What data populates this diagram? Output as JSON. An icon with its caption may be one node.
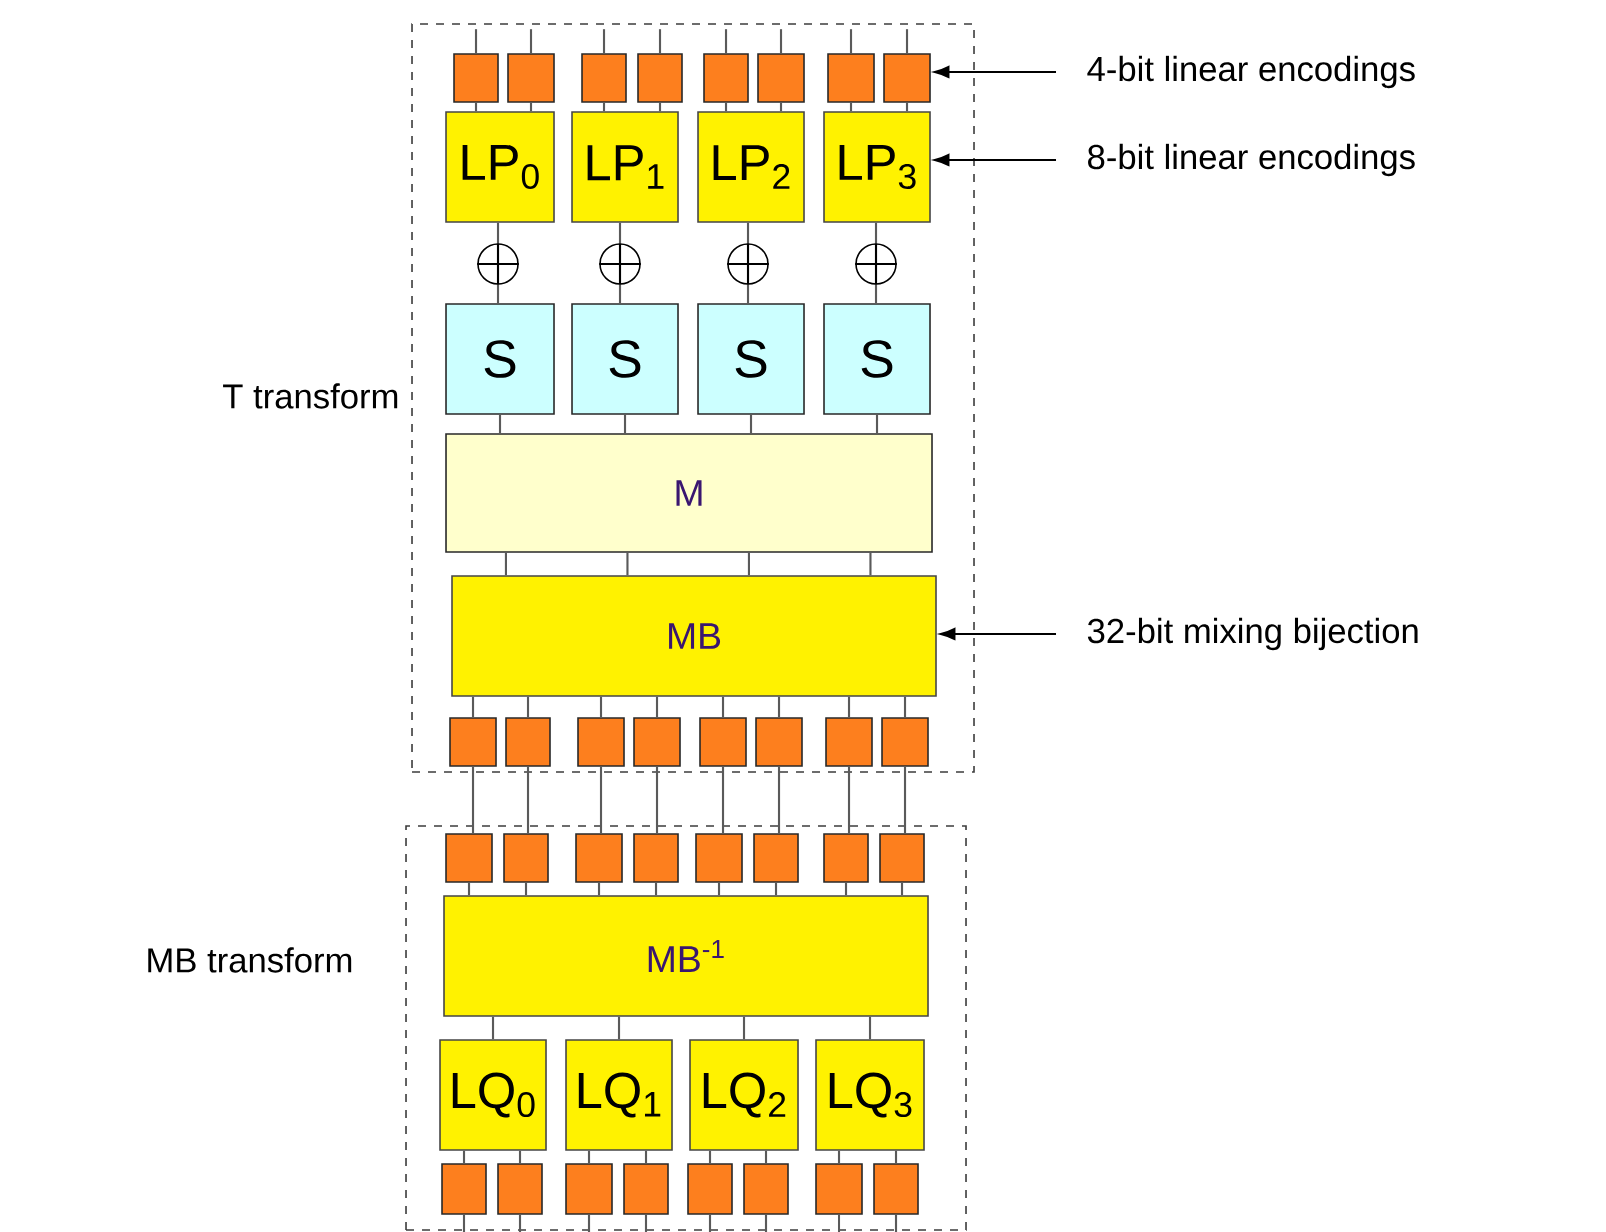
{
  "diagram": {
    "nodes": [
      {
        "text": [
          "T transform"
        ]
      },
      {
        "text": [],
        "shape": "box",
        "in": 0
      },
      {
        "text": [],
        "shape": "box",
        "in": 0
      },
      {
        "text": [],
        "shape": "box",
        "in": 0
      },
      {
        "text": [],
        "shape": "box",
        "in": 0
      },
      {
        "text": [],
        "shape": "box",
        "in": 0
      },
      {
        "text": [],
        "shape": "box",
        "in": 0
      },
      {
        "text": [],
        "shape": "box",
        "in": 0
      },
      {
        "text": [],
        "shape": "box",
        "in": 0
      },
      {
        "text": [
          "LP$_{0}$"
        ],
        "in": 0
      },
      {
        "text": [
          "LP$_{1}$"
        ],
        "in": 0
      },
      {
        "text": [
          "LP$_{2}$"
        ],
        "in": 0
      },
      {
        "text": [
          "LP$_{3}$"
        ],
        "in": 0
      },
      {
        "text": [],
        "shape": "circle",
        "in": 0
      },
      {
        "text": [],
        "shape": "circle",
        "in": 0
      },
      {
        "text": [],
        "shape": "circle",
        "in": 0
      },
      {
        "text": [],
        "shape": "circle",
        "in": 0
      },
      {
        "text": [
          "S"
        ],
        "in": 0
      },
      {
        "text": [
          "S"
        ],
        "in": 0
      },
      {
        "text": [
          "S"
        ],
        "in": 0
      },
      {
        "text": [
          "S"
        ],
        "in": 0
      },
      {
        "text": [
          "M"
        ],
        "in": 0
      },
      {
        "text": [
          "MB"
        ],
        "in": 0
      },
      {
        "text": [],
        "shape": "box",
        "in": 0
      },
      {
        "text": [],
        "shape": "box",
        "in": 0
      },
      {
        "text": [],
        "shape": "box",
        "in": 0
      },
      {
        "text": [],
        "shape": "box",
        "in": 0
      },
      {
        "text": [],
        "shape": "box",
        "in": 0
      },
      {
        "text": [],
        "shape": "box",
        "in": 0
      },
      {
        "text": [],
        "shape": "box",
        "in": 0
      },
      {
        "text": [],
        "shape": "box",
        "in": 0
      },
      {
        "text": [
          "MB transform"
        ]
      },
      {
        "text": [],
        "shape": "box",
        "in": 31
      },
      {
        "text": [],
        "shape": "box",
        "in": 31
      },
      {
        "text": [],
        "shape": "box",
        "in": 31
      },
      {
        "text": [],
        "shape": "box",
        "in": 31
      },
      {
        "text": [],
        "shape": "box",
        "in": 31
      },
      {
        "text": [],
        "shape": "box",
        "in": 31
      },
      {
        "text": [],
        "shape": "box",
        "in": 31
      },
      {
        "text": [],
        "shape": "box",
        "in": 31
      },
      {
        "text": [
          "MB$^{-1}$"
        ],
        "in": 31
      },
      {
        "text": [
          "LQ$_{0}$"
        ],
        "in": 31
      },
      {
        "text": [
          "LQ$_{1}$"
        ],
        "in": 31
      },
      {
        "text": [
          "LQ$_{2}$"
        ],
        "in": 31
      },
      {
        "text": [
          "LQ$_{3}$"
        ],
        "in": 31
      },
      {
        "text": [],
        "shape": "box",
        "in": 31
      },
      {
        "text": [],
        "shape": "box",
        "in": 31
      },
      {
        "text": [],
        "shape": "box",
        "in": 31
      },
      {
        "text": [],
        "shape": "box",
        "in": 31
      },
      {
        "text": [],
        "shape": "box",
        "in": 31
      },
      {
        "text": [],
        "shape": "box",
        "in": 31
      },
      {
        "text": [],
        "shape": "box",
        "in": 31
      },
      {
        "text": [],
        "shape": "box",
        "in": 31
      },
      {
        "text": [
          "4-bit linear encodings"
        ]
      },
      {
        "text": [
          "8-bit linear encodings"
        ]
      },
      {
        "text": [
          "32-bit mixing bijection"
        ]
      }
    ],
    "edges": [
      {
        "from": null,
        "to": 1,
        "arrow": "none"
      },
      {
        "from": null,
        "to": 2,
        "arrow": "none"
      },
      {
        "from": null,
        "to": 3,
        "arrow": "none"
      },
      {
        "from": null,
        "to": 4,
        "arrow": "none"
      },
      {
        "from": null,
        "to": 5,
        "arrow": "none"
      },
      {
        "from": null,
        "to": 6,
        "arrow": "none"
      },
      {
        "from": null,
        "to": 7,
        "arrow": "none"
      },
      {
        "from": null,
        "to": 8,
        "arrow": "none"
      },
      {
        "from": 1,
        "to": 9,
        "arrow": "none"
      },
      {
        "from": 2,
        "to": 9,
        "arrow": "none"
      },
      {
        "from": 3,
        "to": 10,
        "arrow": "none"
      },
      {
        "from": 4,
        "to": 10,
        "arrow": "none"
      },
      {
        "from": 5,
        "to": 11,
        "arrow": "none"
      },
      {
        "from": 6,
        "to": 11,
        "arrow": "none"
      },
      {
        "from": 7,
        "to": 12,
        "arrow": "none"
      },
      {
        "from": 8,
        "to": 12,
        "arrow": "none"
      },
      {
        "from": 9,
        "to": 13,
        "arrow": "none"
      },
      {
        "from": 10,
        "to": 14,
        "arrow": "none"
      },
      {
        "from": 11,
        "to": 15,
        "arrow": "none"
      },
      {
        "from": 12,
        "to": 16,
        "arrow": "none"
      },
      {
        "from": 13,
        "to": 17,
        "arrow": "none"
      },
      {
        "from": 14,
        "to": 18,
        "arrow": "none"
      },
      {
        "from": 15,
        "to": 19,
        "arrow": "none"
      },
      {
        "from": 16,
        "to": 20,
        "arrow": "none"
      },
      {
        "from": 17,
        "to": 21,
        "arrow": "none"
      },
      {
        "from": 18,
        "to": 21,
        "arrow": "none"
      },
      {
        "from": 19,
        "to": 21,
        "arrow": "none"
      },
      {
        "from": 20,
        "to": 21,
        "arrow": "none"
      },
      {
        "from": 21,
        "to": 22,
        "arrow": "none"
      },
      {
        "from": 21,
        "to": 22,
        "arrow": "none"
      },
      {
        "from": 21,
        "to": 22,
        "arrow": "none"
      },
      {
        "from": 21,
        "to": 22,
        "arrow": "none"
      },
      {
        "from": 22,
        "to": 23,
        "arrow": "none"
      },
      {
        "from": 22,
        "to": 24,
        "arrow": "none"
      },
      {
        "from": 22,
        "to": 25,
        "arrow": "none"
      },
      {
        "from": 22,
        "to": 26,
        "arrow": "none"
      },
      {
        "from": 22,
        "to": 27,
        "arrow": "none"
      },
      {
        "from": 22,
        "to": 28,
        "arrow": "none"
      },
      {
        "from": 22,
        "to": 29,
        "arrow": "none"
      },
      {
        "from": 22,
        "to": 30,
        "arrow": "none"
      },
      {
        "from": 23,
        "to": 32,
        "arrow": "none"
      },
      {
        "from": 24,
        "to": 33,
        "arrow": "none"
      },
      {
        "from": 25,
        "to": 34,
        "arrow": "none"
      },
      {
        "from": 26,
        "to": 35,
        "arrow": "none"
      },
      {
        "from": 27,
        "to": 36,
        "arrow": "none"
      },
      {
        "from": 28,
        "to": 37,
        "arrow": "none"
      },
      {
        "from": 29,
        "to": 38,
        "arrow": "none"
      },
      {
        "from": 30,
        "to": 39,
        "arrow": "none"
      },
      {
        "from": 32,
        "to": 40,
        "arrow": "none"
      },
      {
        "from": 33,
        "to": 40,
        "arrow": "none"
      },
      {
        "from": 34,
        "to": 40,
        "arrow": "none"
      },
      {
        "from": 35,
        "to": 40,
        "arrow": "none"
      },
      {
        "from": 36,
        "to": 40,
        "arrow": "none"
      },
      {
        "from": 37,
        "to": 40,
        "arrow": "none"
      },
      {
        "from": 38,
        "to": 40,
        "arrow": "none"
      },
      {
        "from": 39,
        "to": 40,
        "arrow": "none"
      },
      {
        "from": 40,
        "to": 41,
        "arrow": "none"
      },
      {
        "from": 40,
        "to": 42,
        "arrow": "none"
      },
      {
        "from": 40,
        "to": 43,
        "arrow": "none"
      },
      {
        "from": 40,
        "to": 44,
        "arrow": "none"
      },
      {
        "from": 41,
        "to": 45,
        "arrow": "none"
      },
      {
        "from": 41,
        "to": 46,
        "arrow": "none"
      },
      {
        "from": 42,
        "to": 47,
        "arrow": "none"
      },
      {
        "from": 42,
        "to": 48,
        "arrow": "none"
      },
      {
        "from": 43,
        "to": 49,
        "arrow": "none"
      },
      {
        "from": 43,
        "to": 50,
        "arrow": "none"
      },
      {
        "from": 44,
        "to": 51,
        "arrow": "none"
      },
      {
        "from": 44,
        "to": 52,
        "arrow": "none"
      },
      {
        "from": 45,
        "to": null,
        "arrow": "none"
      },
      {
        "from": 46,
        "to": null,
        "arrow": "none"
      },
      {
        "from": 47,
        "to": null,
        "arrow": "none"
      },
      {
        "from": 48,
        "to": null,
        "arrow": "none"
      },
      {
        "from": 49,
        "to": null,
        "arrow": "none"
      },
      {
        "from": 50,
        "to": null,
        "arrow": "none"
      },
      {
        "from": 51,
        "to": null,
        "arrow": "none"
      },
      {
        "from": 52,
        "to": null,
        "arrow": "none"
      },
      {
        "from": 53,
        "to": 8,
        "arrow": "to"
      },
      {
        "from": 54,
        "to": 12,
        "arrow": "to"
      },
      {
        "from": 55,
        "to": 22,
        "arrow": "to"
      }
    ]
  }
}
